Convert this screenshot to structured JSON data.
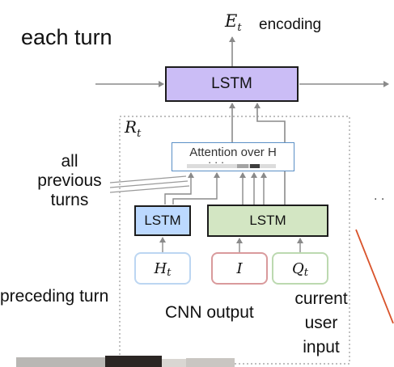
{
  "title": "each turn",
  "encoding": {
    "symbol": "E",
    "subscript": "t",
    "label": "encoding"
  },
  "region": {
    "symbol": "R",
    "subscript": "t"
  },
  "boxes": {
    "top_lstm": "LSTM",
    "left_lstm": "LSTM",
    "mid_lstm": "LSTM",
    "attention": "Attention over H",
    "attention_dots": "· · ·"
  },
  "inputs": {
    "h_symbol": "H",
    "h_sub": "t",
    "i_symbol": "I",
    "q_symbol": "Q",
    "q_sub": "t"
  },
  "labels": {
    "all_previous_turns": [
      "all",
      "previous",
      "turns"
    ],
    "preceding_turn": "preceding turn",
    "cnn_output": "CNN output",
    "current_user_input": [
      "current",
      "user",
      "input"
    ],
    "ellipsis": ". ."
  },
  "colors": {
    "top_lstm": "#cbbdf6",
    "left_lstm": "#bcd9ff",
    "mid_lstm": "#d3e6c3",
    "attention_border": "#5a8fc6",
    "callout_line": "#d9532b"
  }
}
